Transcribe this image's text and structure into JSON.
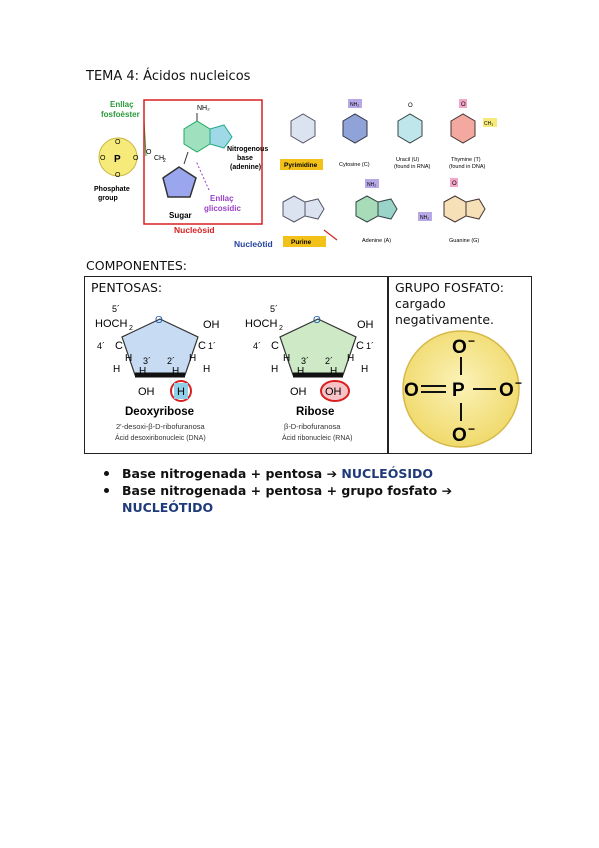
{
  "title": "TEMA 4: Ácidos nucleicos",
  "nucleotide_figure": {
    "enllac_fosfoester": [
      "Enllaç",
      "fosfoèster"
    ],
    "phosphate_group": [
      "Phosphate",
      "group"
    ],
    "ch2": "CH",
    "ch2_sub": "2",
    "o_labels": [
      "O",
      "O",
      "O",
      "O"
    ],
    "p": "P",
    "nitrogenous_base": [
      "Nitrogenous",
      "base",
      "(adenine)"
    ],
    "sugar": "Sugar",
    "enllac_glicosidic": [
      "Enllaç",
      "glicosídic"
    ],
    "nucleosid": "Nucleòsid",
    "nucleotid": "Nucleòtid",
    "pyrimidine": "Pyrimidine",
    "purine": "Purine",
    "cytosine": "Cytosine (C)",
    "uracil": [
      "Uracil (U)",
      "(found in RNA)"
    ],
    "thymine": [
      "Thymine (T)",
      "(found in DNA)"
    ],
    "adenine": "Adenine (A)",
    "guanine": "Guanine (G)",
    "nh2": "NH₂",
    "ch3": "CH₃",
    "o": "O"
  },
  "components_title": "COMPONENTES:",
  "pentosas": {
    "label": "PENTOSAS:",
    "deoxyribose": {
      "name": "Deoxyribose",
      "sub1": "2'-desoxi-β-D-ribofuranosa",
      "sub2": "Ácid desoxiribonucleic (DNA)",
      "hoch2": "HOCH",
      "hoch2_sub": "2",
      "prime5": "5´",
      "prime4": "4´",
      "prime3": "3´",
      "prime2": "2´",
      "prime1": "1´",
      "ring_o": "O",
      "oh_top": "OH",
      "oh_bottom": "OH",
      "h": "H",
      "highlight": "H",
      "c": "C"
    },
    "ribose": {
      "name": "Ribose",
      "sub1": "β-D-ribofuranosa",
      "sub2": "Àcid ribonucleic (RNA)",
      "hoch2": "HOCH",
      "hoch2_sub": "2",
      "prime5": "5´",
      "prime4": "4´",
      "prime3": "3´",
      "prime2": "2´",
      "prime1": "1´",
      "ring_o": "O",
      "oh_top": "OH",
      "oh_bottom": "OH",
      "h": "H",
      "highlight": "OH",
      "c": "C"
    }
  },
  "grupo_fosfato": {
    "label": "GRUPO FOSFATO:",
    "desc1": "cargado",
    "desc2": "negativamente.",
    "o_top": "O",
    "o_bottom": "O",
    "o_left": "O",
    "o_right": "O",
    "p": "P",
    "minus": "−"
  },
  "bullets": [
    {
      "text": "Base nitrogenada + pentosa ",
      "arrow": "➔",
      "result": " NUCLEÓSIDO"
    },
    {
      "text": "Base nitrogenada + pentosa + grupo fosfato ",
      "arrow": "➔",
      "result": "NUCLEÓTIDO"
    }
  ],
  "colors": {
    "nucleosid_box": "#d82020",
    "enllac_fosfoester": "#2a9a3a",
    "enllac_glicosidic": "#9a3fc6",
    "nucleotid": "#2544a0",
    "base_label_bg": "#f3c21a",
    "deoxyribose_fill": "#c7dcf3",
    "ribose_fill": "#cde9c6",
    "phosphate_fill": "#f5e79a",
    "bullet_result": "#1f3a78"
  }
}
